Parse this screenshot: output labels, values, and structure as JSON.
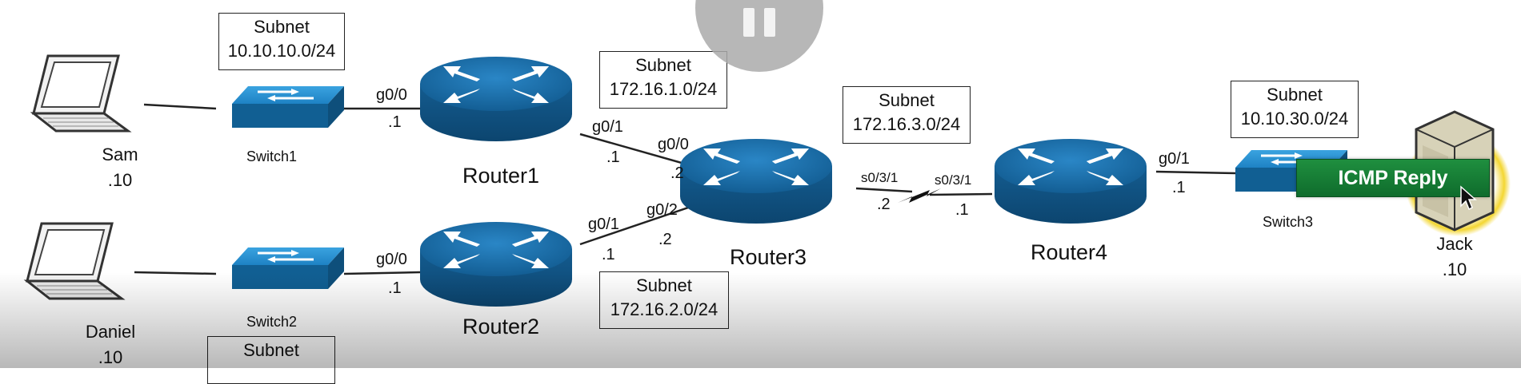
{
  "subnets": [
    {
      "title": "Subnet",
      "cidr": "10.10.10.0/24"
    },
    {
      "title": "Subnet",
      "cidr": "172.16.1.0/24"
    },
    {
      "title": "Subnet",
      "cidr": "172.16.3.0/24"
    },
    {
      "title": "Subnet",
      "cidr": "10.10.30.0/24"
    },
    {
      "title": "Subnet",
      "cidr": "172.16.2.0/24"
    },
    {
      "title": "Subnet",
      "cidr": ""
    }
  ],
  "hosts": [
    {
      "name": "Sam",
      "addr": ".10"
    },
    {
      "name": "Daniel",
      "addr": ".10"
    },
    {
      "name": "Jack",
      "addr": ".10"
    }
  ],
  "switches": [
    "Switch1",
    "Switch2",
    "Switch3"
  ],
  "routers": [
    "Router1",
    "Router2",
    "Router3",
    "Router4"
  ],
  "ports": {
    "r1_g00": "g0/0",
    "r1_g00_addr": ".1",
    "r1_g01": "g0/1",
    "r1_g01_addr": ".1",
    "r2_g00": "g0/0",
    "r2_g00_addr": ".1",
    "r2_g01": "g0/1",
    "r2_g01_addr": ".1",
    "r3_g00": "g0/0",
    "r3_g00_addr": ".2",
    "r3_g02": "g0/2",
    "r3_g02_addr": ".2",
    "r3_s031": "s0/3/1",
    "r3_s031_addr": ".2",
    "r4_s031": "s0/3/1",
    "r4_s031_addr": ".1",
    "r4_g01": "g0/1",
    "r4_g01_addr": ".1"
  },
  "packet_label": "ICMP Reply",
  "colors": {
    "router": "#1a6ea8",
    "switch": "#1e82c4",
    "packet": "#138a39",
    "highlight": "#f2d21c"
  }
}
